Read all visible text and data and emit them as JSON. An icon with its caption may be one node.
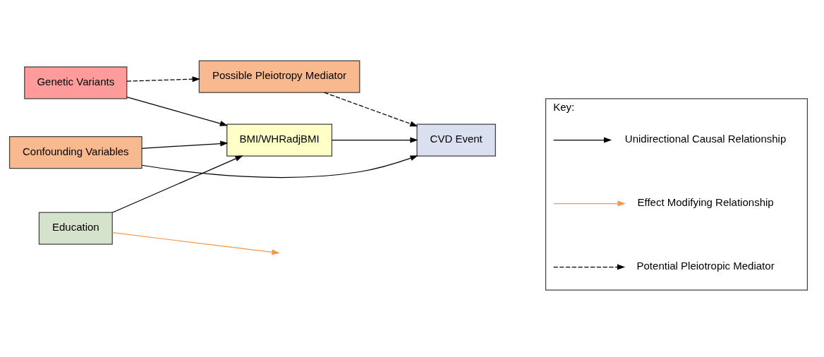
{
  "diagram": {
    "nodes": [
      {
        "text": [
          "Possible Pleiotropy Mediator"
        ]
      },
      {
        "text": [
          "Confounding Variables"
        ]
      },
      {
        "text": [
          "Genetic Variants"
        ]
      },
      {
        "text": [
          "BMI/WHRadjBMI"
        ]
      },
      {
        "text": [
          "CVD Event"
        ]
      },
      {
        "text": [
          "Education"
        ]
      },
      {
        "text": [
          "Key:"
        ]
      }
    ],
    "edges": [
      {
        "from": 2,
        "to": 0,
        "arrow": "to",
        "style": "dashed"
      },
      {
        "from": 0,
        "to": 4,
        "arrow": "to",
        "style": "dashed"
      },
      {
        "from": 1,
        "to": 3,
        "arrow": "to"
      },
      {
        "from": 1,
        "to": 4,
        "arrow": "to"
      },
      {
        "from": 2,
        "to": 3,
        "arrow": "to"
      },
      {
        "from": 3,
        "to": 4,
        "arrow": "to"
      },
      {
        "from": 5,
        "to": 3,
        "arrow": "to"
      },
      {
        "from": 5,
        "to": null,
        "arrow": "to",
        "color": "#f79646"
      }
    ],
    "legend": [
      {
        "text": "Unidirectional Causal Relationship"
      },
      {
        "text": "Effect Modifying Relationship"
      },
      {
        "text": "Potential Pleiotropic Mediator"
      }
    ]
  }
}
